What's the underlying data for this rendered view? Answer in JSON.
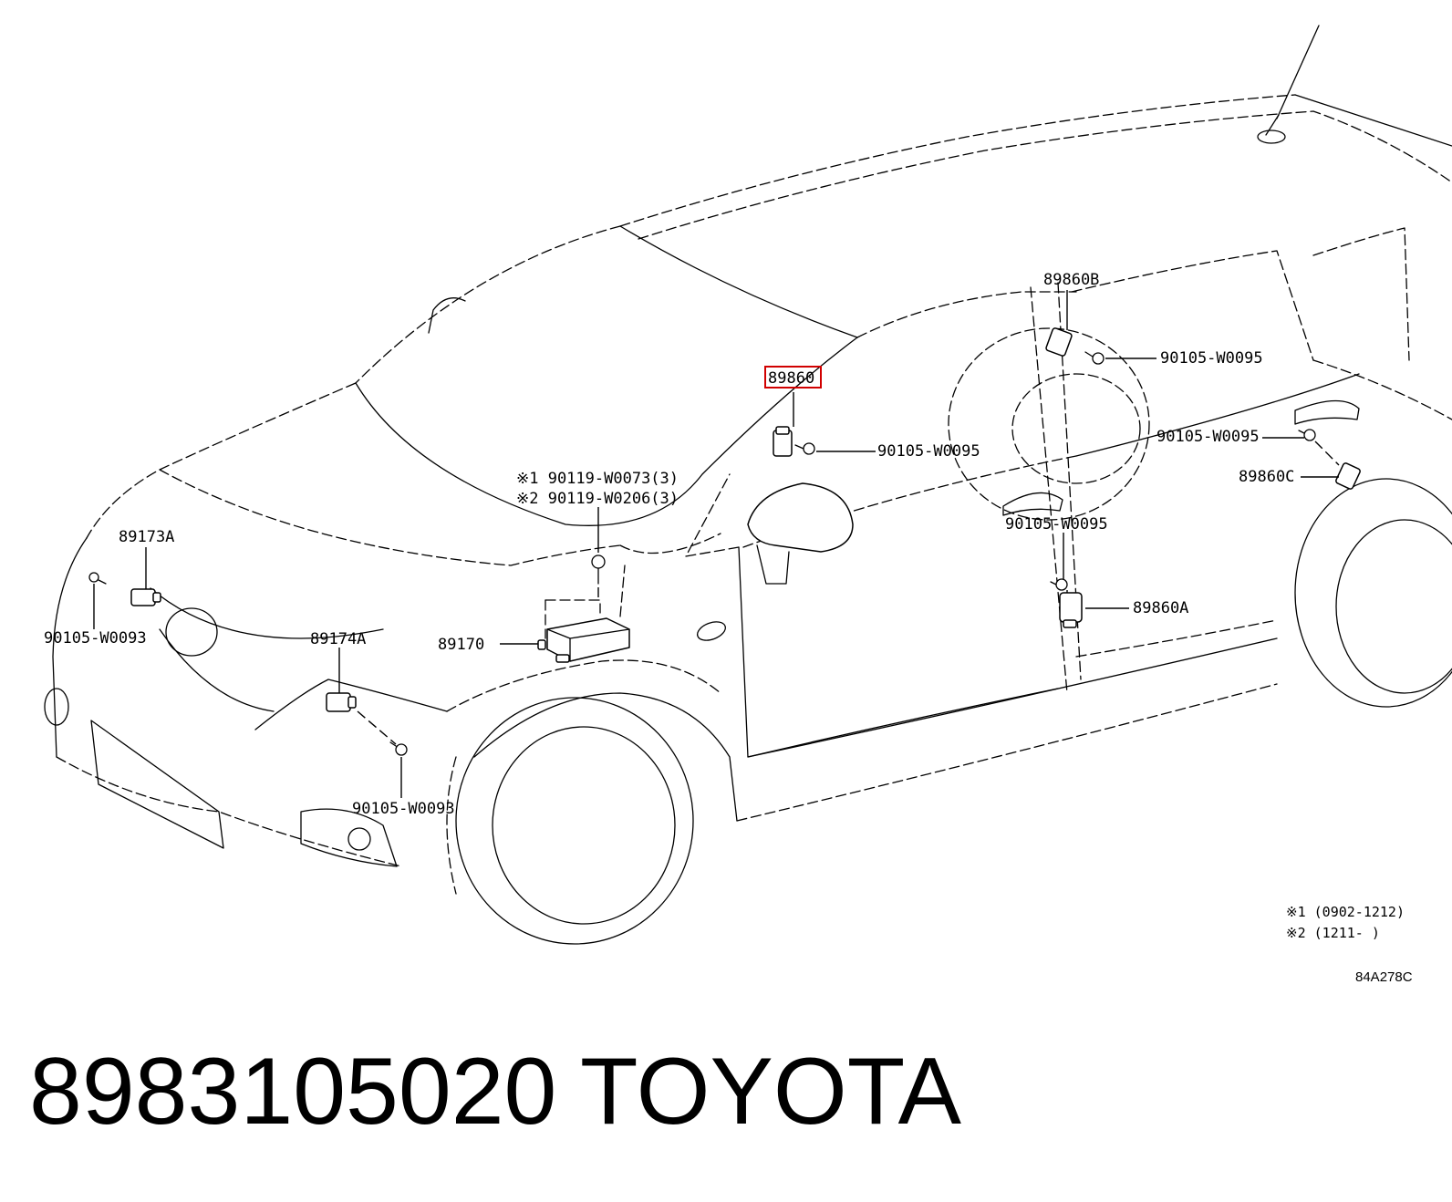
{
  "colors": {
    "line": "#000000",
    "highlight": "#d10000",
    "background": "#ffffff"
  },
  "diagram": {
    "highlighted_label": "89860",
    "labels": {
      "sensor_b": "89860B",
      "sensor_c": "89860C",
      "sensor_a": "89860A",
      "bolt_b_pillar": "90105-W0095",
      "bolt_a_pillar": "90105-W0095",
      "bolt_rear": "90105-W0095",
      "bolt_lower_door": "90105-W0095",
      "front_sensor_left": "89173A",
      "front_sensor_right": "89174A",
      "bolt_front_left": "90105-W0093",
      "bolt_front_right": "90105-W0093",
      "airbag_ecu": "89170",
      "ecu_bolt_1": "※1 90119-W0073(3)",
      "ecu_bolt_2": "※2 90119-W0206(3)"
    },
    "notes": [
      "※1 (0902-1212)",
      "※2 (1211-      )"
    ],
    "ref_code": "84A278C"
  },
  "caption": {
    "part_number": "8983105020",
    "brand": "TOYOTA"
  }
}
